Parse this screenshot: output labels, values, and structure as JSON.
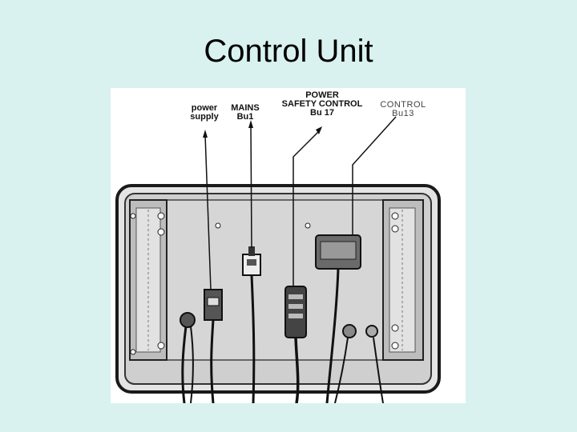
{
  "slide": {
    "title": "Control Unit"
  },
  "figure": {
    "labels": {
      "power_supply": [
        "power",
        "supply"
      ],
      "mains": [
        "MAINS",
        "Bu1"
      ],
      "power_safety_control": [
        "POWER",
        "SAFETY CONTROL",
        "Bu 17"
      ],
      "control": [
        "CONTROL",
        "Bu13"
      ]
    }
  }
}
